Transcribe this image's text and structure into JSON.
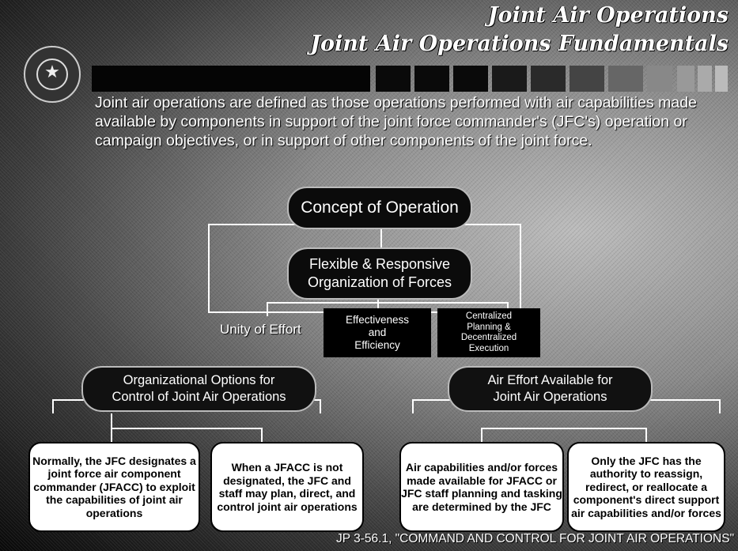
{
  "header": {
    "title": "Joint Air Operations",
    "subtitle": "Joint Air Operations Fundamentals"
  },
  "seal": {
    "icon": "joint-chiefs-seal-icon"
  },
  "intro": "Joint air operations are defined as those operations performed with air capabilities made available by components in support of the joint force commander's (JFC's) operation or campaign objectives, or in support of other components of the joint force.",
  "diagram": {
    "concept": "Concept of Operation",
    "flexible_line1": "Flexible & Responsive",
    "flexible_line2": "Organization of Forces",
    "unity": "Unity of Effort",
    "effectiveness_line1": "Effectiveness",
    "effectiveness_line2": "and",
    "effectiveness_line3": "Efficiency",
    "centralized_line1": "Centralized",
    "centralized_line2": "Planning &",
    "centralized_line3": "Decentralized",
    "centralized_line4": "Execution",
    "options_line1": "Organizational Options for",
    "options_line2": "Control of Joint Air Operations",
    "available_line1": "Air Effort Available for",
    "available_line2": "Joint Air Operations",
    "box1": "Normally, the JFC designates a joint force air component commander (JFACC) to exploit the capabilities of joint air operations",
    "box2": "When a JFACC is not designated, the JFC and staff may plan, direct, and control joint air operations",
    "box3": "Air capabilities and/or forces made available for JFACC or JFC staff planning and tasking are determined by the JFC",
    "box4": "Only the JFC has the authority to reassign, redirect, or reallocate a component's direct support air capabilities and/or forces"
  },
  "footer": "JP 3-56.1, \"COMMAND AND CONTROL FOR JOINT AIR OPERATIONS\""
}
